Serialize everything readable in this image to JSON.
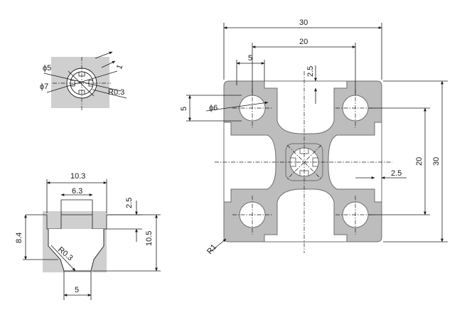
{
  "profile_dims": {
    "width": "30",
    "slot_spacing": "20",
    "slot_width": "5",
    "wall_top": "2.5",
    "hole_offset": "5",
    "hole_dia": "ϕ6",
    "height_inner": "20",
    "height": "30",
    "wall_side": "2.5",
    "corner_radius": "R1"
  },
  "core_detail": {
    "outer_dia": "ϕ5",
    "inner_dia": "ϕ7",
    "slot": "1",
    "radius": "R0.3"
  },
  "slot_detail": {
    "opening_outer": "10.3",
    "opening_inner": "6.3",
    "lip": "2.5",
    "depth_left": "8.4",
    "depth_right": "10.5",
    "radius": "R0.3",
    "bottom": "5"
  }
}
